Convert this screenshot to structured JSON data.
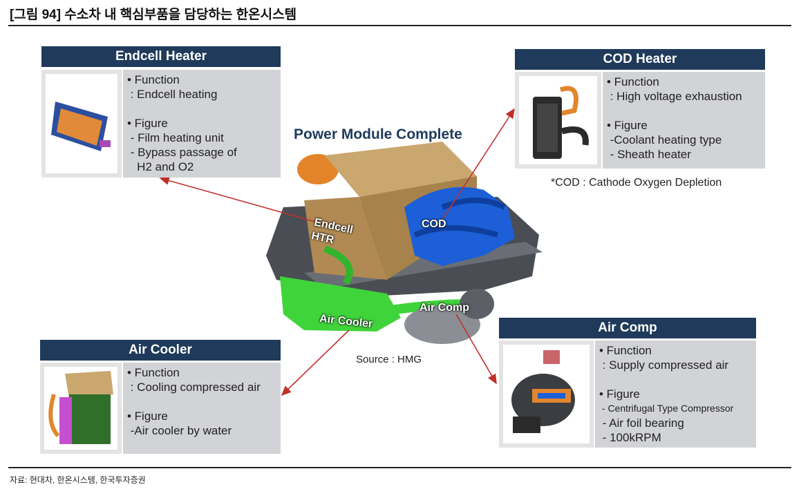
{
  "figure_title": "[그림 94] 수소차 내 핵심부품을 담당하는 한온시스템",
  "center_title": "Power Module Complete",
  "cod_note": "*COD : Cathode Oxygen Depletion",
  "module_source": "Source : HMG",
  "footer_source": "자료: 현대차, 한온시스템, 한국투자증권",
  "module_labels": {
    "endcell": "Endcell\nHTR",
    "cod": "COD",
    "air_comp": "Air Comp",
    "air_cooler": "Air Cooler"
  },
  "boxes": {
    "endcell_heater": {
      "title": "Endcell Heater",
      "lines": [
        "• Function",
        " : Endcell heating",
        "",
        "• Figure",
        " - Film heating unit",
        " - Bypass passage of",
        "   H2 and O2"
      ]
    },
    "cod_heater": {
      "title": "COD Heater",
      "lines": [
        "• Function",
        " : High voltage exhaustion",
        "",
        "• Figure",
        " -Coolant heating type",
        " - Sheath heater"
      ]
    },
    "air_cooler": {
      "title": "Air Cooler",
      "lines": [
        "• Function",
        " : Cooling compressed air",
        "",
        "• Figure",
        " -Air cooler by water"
      ]
    },
    "air_comp": {
      "title": "Air Comp",
      "lines": [
        "• Function",
        " : Supply compressed air",
        "",
        "• Figure",
        " - Centrifugal Type Compressor",
        " - Air foil bearing",
        " - 100kRPM"
      ]
    }
  },
  "colors": {
    "header_navy": "#1f3a5a",
    "text_panel_grey": "#d2d3d6",
    "arrow_red": "#c0302a",
    "cod_blue": "#1c5fd6",
    "cooler_green": "#3fd43a",
    "stack_tan": "#b9955e"
  }
}
